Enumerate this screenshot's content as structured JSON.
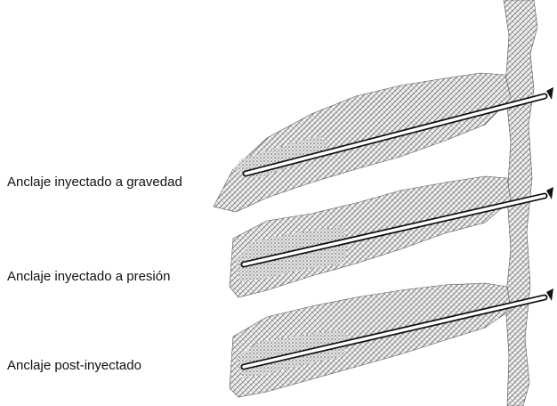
{
  "labels": {
    "gravity": "Anclaje inyectado a gravedad",
    "pressure": "Anclaje inyectado a presión",
    "post": "Anclaje post-inyectado"
  },
  "colors": {
    "hatch": "#7a7a7a",
    "ink": "#111111",
    "grout": "#5a5a5a"
  }
}
